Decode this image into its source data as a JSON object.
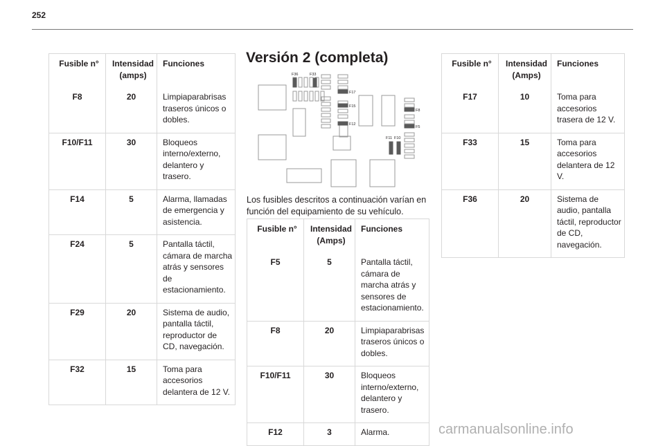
{
  "page": {
    "number": "252"
  },
  "section": {
    "title": "Versión 2 (completa)",
    "intro": "Los fusibles descritos a continuación varían en función del equipamiento de su vehículo."
  },
  "diagram": {
    "labels": [
      "F36",
      "F33",
      "F17",
      "F15",
      "F12",
      "F8",
      "F5",
      "F11",
      "F10"
    ]
  },
  "table_left": {
    "headers": [
      "Fusible n°",
      "Intensidad (amps)",
      "Funciones"
    ],
    "rows": [
      {
        "fuse": "F8",
        "amps": "20",
        "function": "Limpiaparabrisas traseros únicos o dobles."
      },
      {
        "fuse": "F10/F11",
        "amps": "30",
        "function": "Bloqueos interno/externo, delantero y trasero."
      },
      {
        "fuse": "F14",
        "amps": "5",
        "function": "Alarma, llamadas de emergencia y asistencia."
      },
      {
        "fuse": "F24",
        "amps": "5",
        "function": "Pantalla táctil, cámara de marcha atrás y sensores de estacionamiento."
      },
      {
        "fuse": "F29",
        "amps": "20",
        "function": "Sistema de audio, pantalla táctil, reproductor de CD, navegación."
      },
      {
        "fuse": "F32",
        "amps": "15",
        "function": "Toma para accesorios delantera de 12 V."
      }
    ]
  },
  "table_middle": {
    "headers": [
      "Fusible n°",
      "Intensidad (Amps)",
      "Funciones"
    ],
    "rows": [
      {
        "fuse": "F5",
        "amps": "5",
        "function": "Pantalla táctil, cámara de marcha atrás y sensores de estacionamiento."
      },
      {
        "fuse": "F8",
        "amps": "20",
        "function": "Limpiaparabrisas traseros únicos o dobles."
      },
      {
        "fuse": "F10/F11",
        "amps": "30",
        "function": "Bloqueos interno/externo, delantero y trasero."
      },
      {
        "fuse": "F12",
        "amps": "3",
        "function": "Alarma."
      }
    ]
  },
  "table_right": {
    "headers": [
      "Fusible n°",
      "Intensidad (Amps)",
      "Funciones"
    ],
    "rows": [
      {
        "fuse": "F17",
        "amps": "10",
        "function": "Toma para accesorios trasera de 12 V."
      },
      {
        "fuse": "F33",
        "amps": "15",
        "function": "Toma para accesorios delantera de 12 V."
      },
      {
        "fuse": "F36",
        "amps": "20",
        "function": "Sistema de audio, pantalla táctil, reproductor de CD, navegación."
      }
    ]
  },
  "watermark": "carmanualsonline.info",
  "colors": {
    "text": "#231f20",
    "rule": "#777777",
    "table_border": "#d8d8d8",
    "diagram_line": "#999999",
    "fuse_fill": "#5a5a5a"
  }
}
